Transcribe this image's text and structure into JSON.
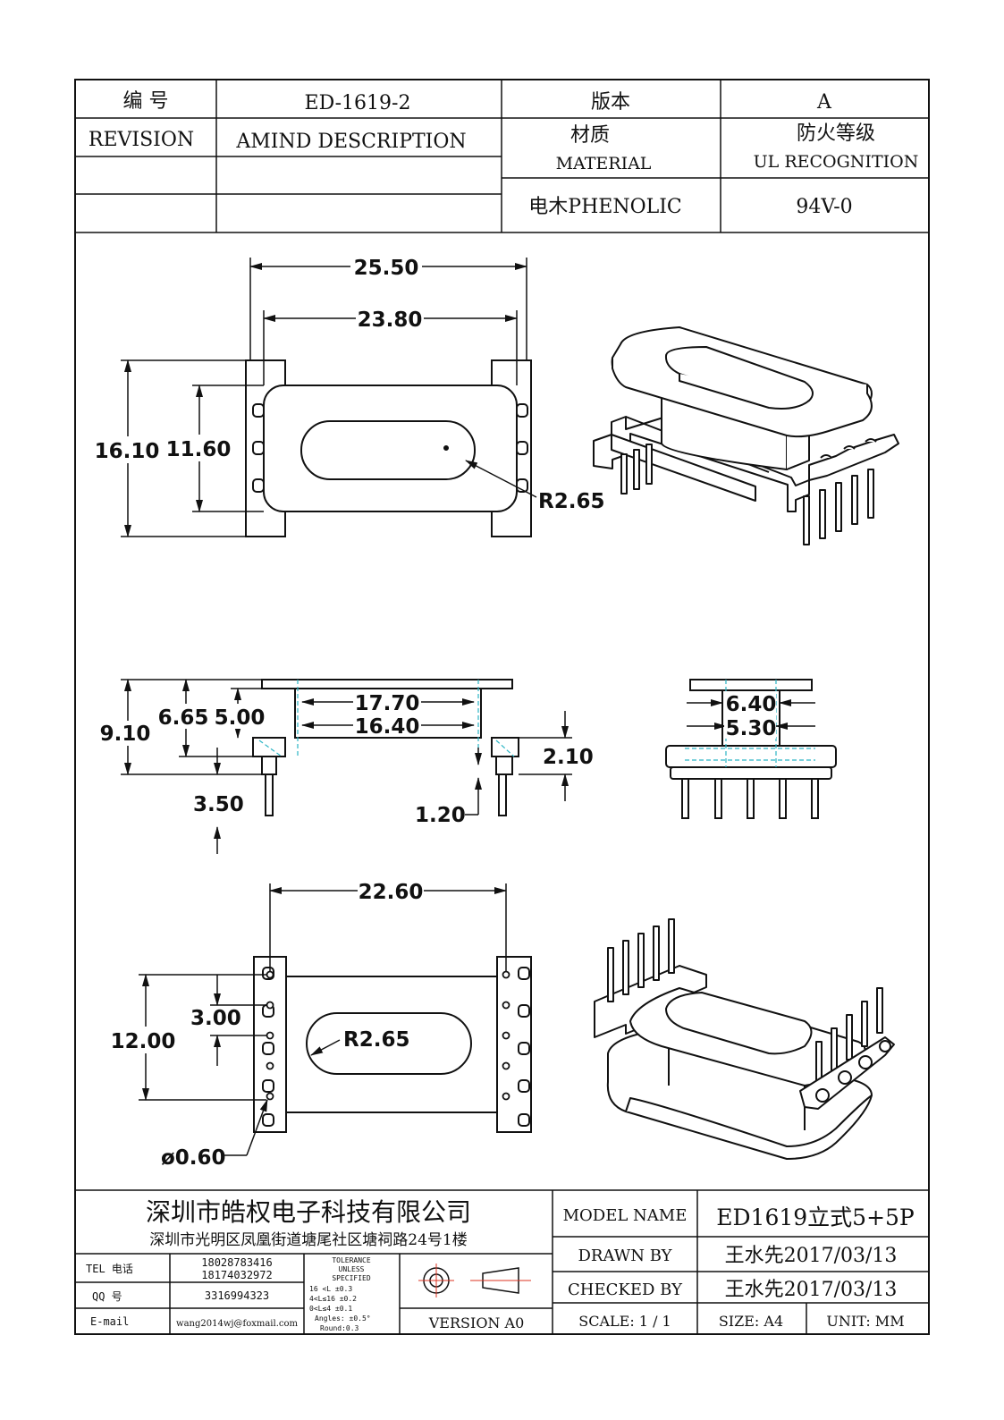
{
  "header": {
    "number_label": "编   号",
    "number_value": "ED-1619-2",
    "version_label": "版本",
    "version_value": "A",
    "revision_label": "REVISION",
    "amind_label": "AMIND DESCRIPTION",
    "material_label_cn": "材质",
    "material_label_en": "MATERIAL",
    "fire_label_cn": "防火等级",
    "fire_label_en": "UL RECOGNITION",
    "material_value": "电木PHENOLIC",
    "fire_value": "94V-0"
  },
  "dimensions": {
    "top_width_outer": "25.50",
    "top_width_inner": "23.80",
    "top_height_outer": "16.10",
    "top_height_inner": "11.60",
    "top_radius": "R2.65",
    "side_total_height": "9.10",
    "side_flange_height": "6.65",
    "side_body_height": "5.00",
    "side_length_outer": "17.70",
    "side_length_inner": "16.40",
    "side_base": "2.10",
    "side_pin_offset": "3.50",
    "side_pin_step": "1.20",
    "end_width_outer": "6.40",
    "end_width_inner": "5.30",
    "bottom_span": "22.60",
    "bottom_height": "12.00",
    "bottom_pitch": "3.00",
    "bottom_radius": "R2.65",
    "bottom_pin_dia": "ø0.60"
  },
  "title_block": {
    "company_name": "深圳市皓权电子科技有限公司",
    "company_address": "深圳市光明区凤凰街道塘尾社区塘祠路24号1楼",
    "tel_label": "TEL 电话",
    "tel_value_1": "18028783416",
    "tel_value_2": "18174032972",
    "qq_label": "QQ   号",
    "qq_value": "3316994323",
    "email_label": "E-mail",
    "email_value": "wang2014wj@foxmail.com",
    "tolerance_title": "TOLERANCE",
    "tolerance_unless": "UNLESS",
    "tolerance_specified": "SPECIFIED",
    "tol_row_1": "16 <L       ±0.3",
    "tol_row_2": "4<L≤16     ±0.2",
    "tol_row_3": "0<L≤4      ±0.1",
    "tol_angles": "Angles: ±0.5°",
    "tol_round": "Round:0.3",
    "version_label": "VERSION A0",
    "model_label": "MODEL NAME",
    "model_value": "ED1619立式5+5P",
    "drawn_label": "DRAWN BY",
    "drawn_value": "王水先2017/03/13",
    "checked_label": "CHECKED BY",
    "checked_value": "王水先2017/03/13",
    "scale_label": "SCALE: 1 / 1",
    "size_label": "SIZE: A4",
    "unit_label": "UNIT: MM"
  }
}
